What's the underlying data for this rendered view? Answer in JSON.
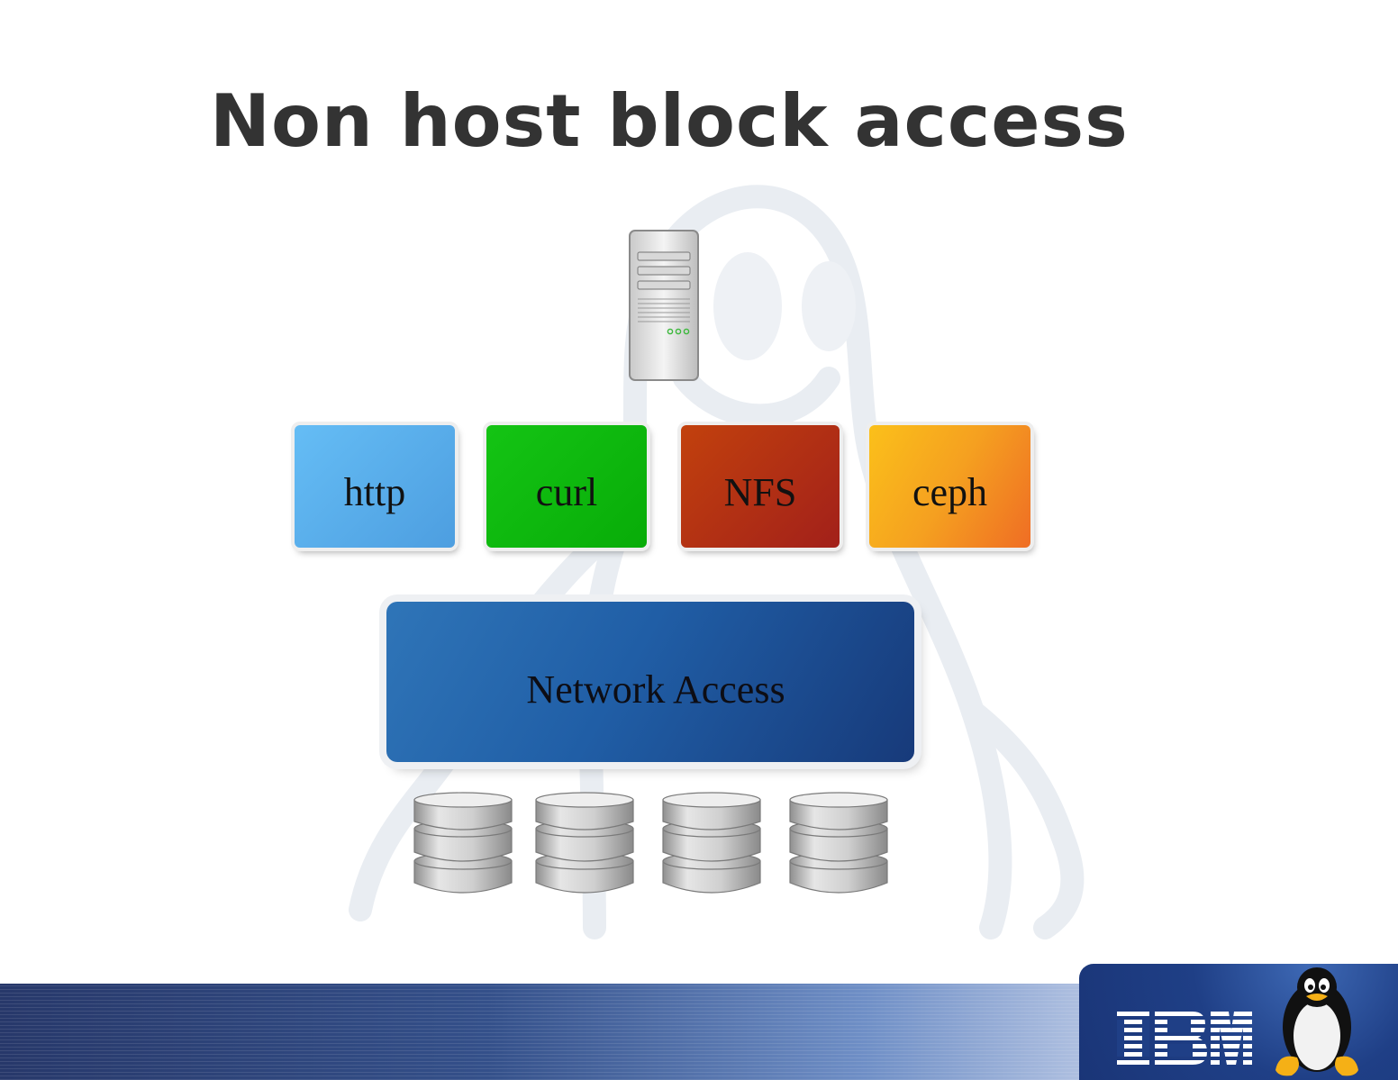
{
  "slide": {
    "title": "Non host block access"
  },
  "diagram": {
    "server_icon": "server-tower-icon",
    "protocols": [
      {
        "label": "http",
        "color": "#5ab0ec"
      },
      {
        "label": "curl",
        "color": "#0db40d"
      },
      {
        "label": "NFS",
        "color": "#b1300f"
      },
      {
        "label": "ceph",
        "color": "#f6a21c"
      }
    ],
    "network_box": {
      "label": "Network Access",
      "color": "#205ea6"
    },
    "disk_icon": "disk-stack-icon",
    "disk_count": 4
  },
  "footer": {
    "logo": "IBM",
    "mascot_icon": "tux-penguin-icon"
  }
}
